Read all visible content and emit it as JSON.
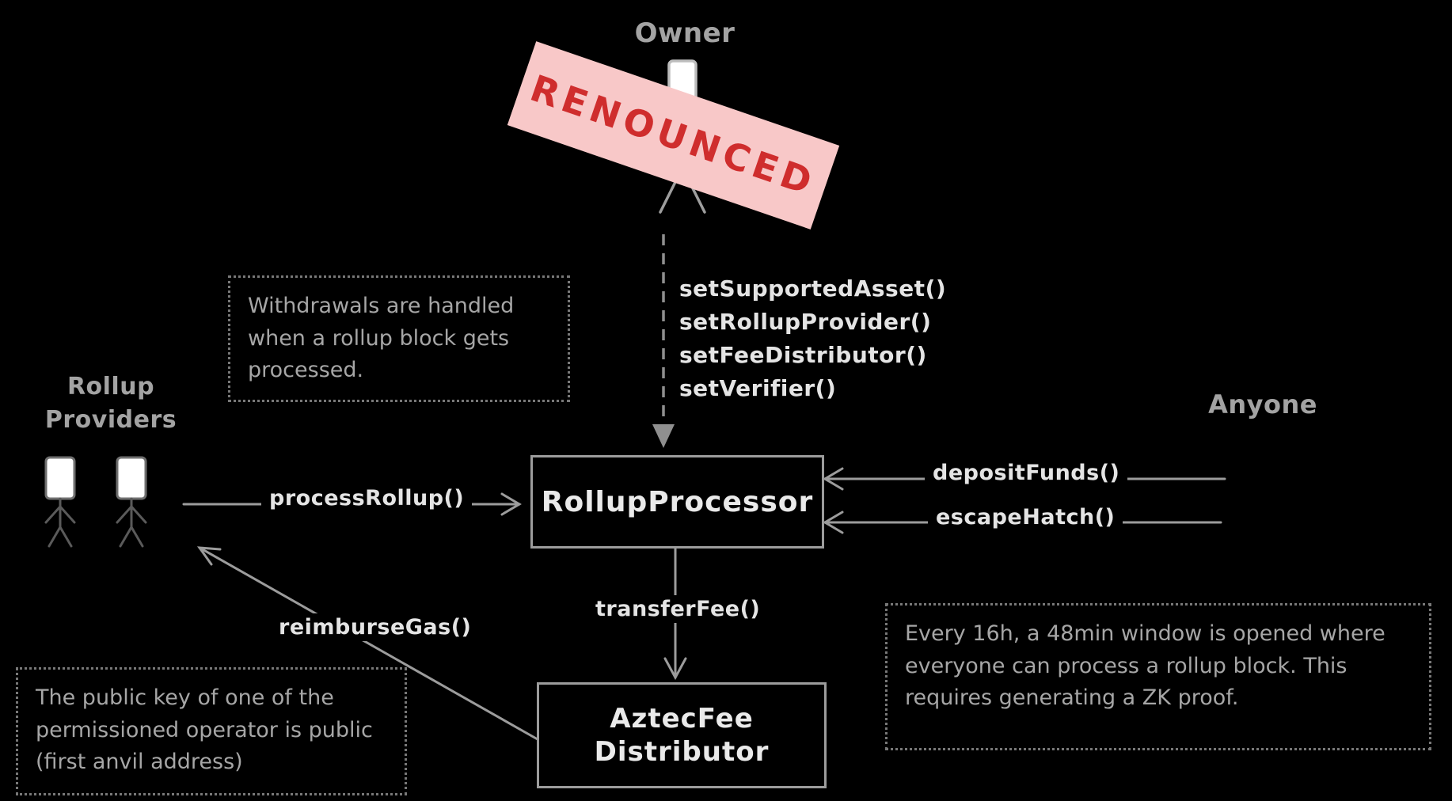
{
  "owner": {
    "label": "Owner",
    "stamp_text": "RENOUNCED"
  },
  "admin_calls": [
    "setSupportedAsset()",
    "setRollupProvider()",
    "setFeeDistributor()",
    "setVerifier()"
  ],
  "actors": {
    "rollup_providers": "Rollup Providers",
    "anyone": "Anyone"
  },
  "nodes": {
    "rollup_processor": "RollupProcessor",
    "fee_distributor_line1": "AztecFee",
    "fee_distributor_line2": "Distributor"
  },
  "edges": {
    "process_rollup": "processRollup()",
    "deposit_funds": "depositFunds()",
    "escape_hatch": "escapeHatch()",
    "transfer_fee": "transferFee()",
    "reimburse_gas": "reimburseGas()"
  },
  "notes": {
    "withdrawals": "Withdrawals are handled when a rollup block gets processed.",
    "public_key": "The public key of one of the permissioned operator is public (first anvil address)",
    "escape_window": "Every 16h, a 48min window is opened where everyone can process a rollup block. This requires generating a ZK proof."
  },
  "colors": {
    "background": "#000000",
    "gray_text": "#a3a3a3",
    "white_text": "#e4e4e4",
    "line": "#9c9c9c",
    "stamp_bg": "#f8c8c8",
    "stamp_text": "#cf2d2d"
  }
}
